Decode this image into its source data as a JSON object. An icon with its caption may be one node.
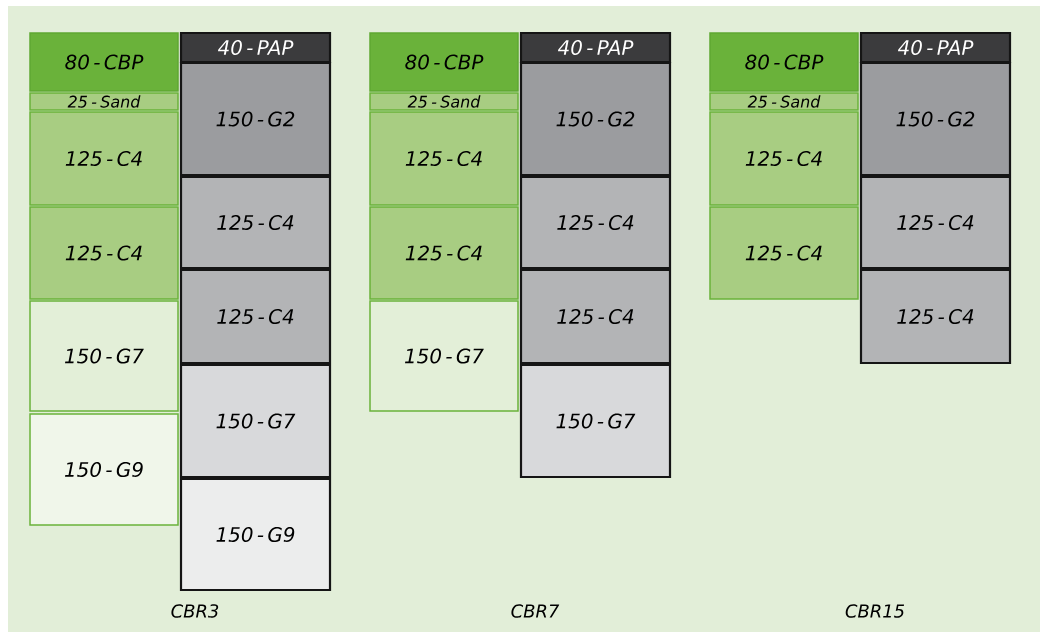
{
  "diagram": {
    "nodes": [
      {
        "text": [
          "80 - CBP"
        ]
      },
      {
        "text": [
          "25 - Sand"
        ]
      },
      {
        "text": [
          "125 - C4"
        ]
      },
      {
        "text": [
          "125 - C4"
        ]
      },
      {
        "text": [
          "150 - G7"
        ]
      },
      {
        "text": [
          "150 - G9"
        ]
      },
      {
        "text": [
          "40 - PAP"
        ]
      },
      {
        "text": [
          "150 - G2"
        ]
      },
      {
        "text": [
          "125 - C4"
        ]
      },
      {
        "text": [
          "125 - C4"
        ]
      },
      {
        "text": [
          "150 - G7"
        ]
      },
      {
        "text": [
          "150 - G9"
        ]
      },
      {
        "text": [
          "80 - CBP"
        ]
      },
      {
        "text": [
          "25 - Sand"
        ]
      },
      {
        "text": [
          "125 - C4"
        ]
      },
      {
        "text": [
          "125 - C4"
        ]
      },
      {
        "text": [
          "150 - G7"
        ]
      },
      {
        "text": [
          "40 - PAP"
        ]
      },
      {
        "text": [
          "150 - G2"
        ]
      },
      {
        "text": [
          "125 - C4"
        ]
      },
      {
        "text": [
          "125 - C4"
        ]
      },
      {
        "text": [
          "150 - G7"
        ]
      },
      {
        "text": [
          "80 - CBP"
        ]
      },
      {
        "text": [
          "25 - Sand"
        ]
      },
      {
        "text": [
          "125 - C4"
        ]
      },
      {
        "text": [
          "125 - C4"
        ]
      },
      {
        "text": [
          "40 - PAP"
        ]
      },
      {
        "text": [
          "150 - G2"
        ]
      },
      {
        "text": [
          "125 - C4"
        ]
      },
      {
        "text": [
          "125 - C4"
        ]
      }
    ],
    "labels": [
      "CBR3",
      "CBR7",
      "CBR15"
    ]
  }
}
